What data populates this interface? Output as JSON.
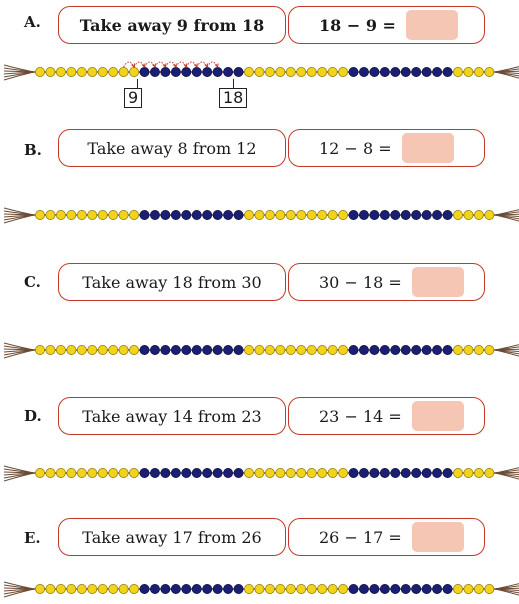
{
  "problems": [
    {
      "letter": "A.",
      "prompt": "Take away 9 from 18",
      "equation": "18 − 9 =",
      "bold": true
    },
    {
      "letter": "B.",
      "prompt": "Take away 8 from 12",
      "equation": "12 − 8 =",
      "bold": false
    },
    {
      "letter": "C.",
      "prompt": "Take away 18 from 30",
      "equation": "30 − 18 =",
      "bold": false
    },
    {
      "letter": "D.",
      "prompt": "Take away 14 from 23",
      "equation": "23 − 14 =",
      "bold": false
    },
    {
      "letter": "E.",
      "prompt": "Take away 17 from 26",
      "equation": "26 − 17 =",
      "bold": false
    }
  ],
  "example": {
    "from_label": "9",
    "to_label": "18",
    "hop_count": 9
  },
  "bead_pattern": {
    "groups_of": 10,
    "total_beads": 44,
    "colors": {
      "yellow": "#f3d21b",
      "blue": "#1b1f73",
      "string": "#6b4a33",
      "hop_arrow": "#c0392b"
    }
  }
}
